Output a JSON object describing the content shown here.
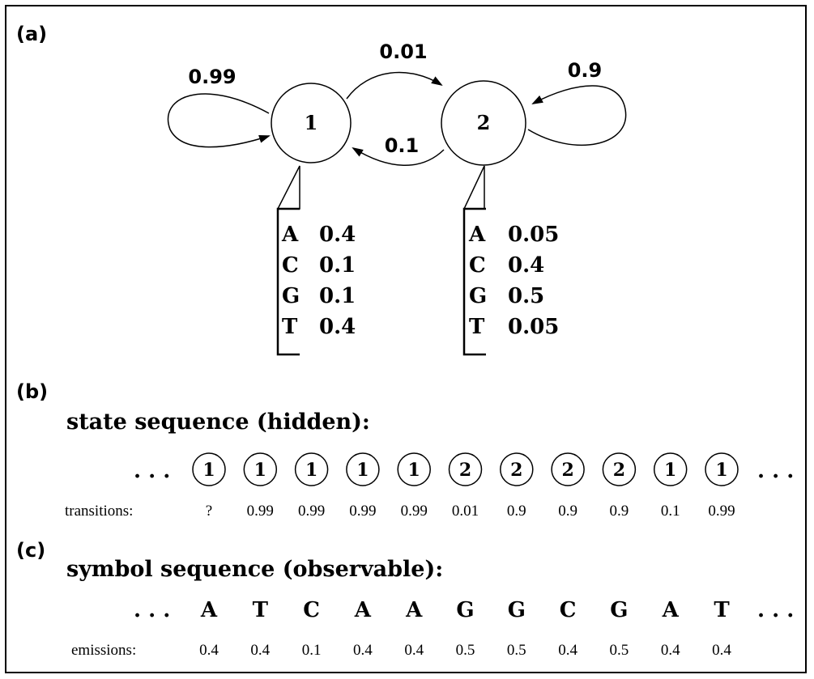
{
  "panels": {
    "a": "(a)",
    "b": "(b)",
    "c": "(c)"
  },
  "diagram": {
    "states": [
      {
        "id": "1",
        "label": "1"
      },
      {
        "id": "2",
        "label": "2"
      }
    ],
    "transitions": {
      "self_1": "0.99",
      "to_2": "0.01",
      "self_2": "0.9",
      "to_1": "0.1"
    },
    "emissions": {
      "state1": [
        {
          "symbol": "A",
          "prob": "0.4"
        },
        {
          "symbol": "C",
          "prob": "0.1"
        },
        {
          "symbol": "G",
          "prob": "0.1"
        },
        {
          "symbol": "T",
          "prob": "0.4"
        }
      ],
      "state2": [
        {
          "symbol": "A",
          "prob": "0.05"
        },
        {
          "symbol": "C",
          "prob": "0.4"
        },
        {
          "symbol": "G",
          "prob": "0.5"
        },
        {
          "symbol": "T",
          "prob": "0.05"
        }
      ]
    }
  },
  "state_sequence": {
    "title": "state sequence (hidden):",
    "ellipsis": ". . .",
    "states": [
      "1",
      "1",
      "1",
      "1",
      "1",
      "2",
      "2",
      "2",
      "2",
      "1",
      "1"
    ],
    "transitions_label": "transitions:",
    "transitions": [
      "?",
      "0.99",
      "0.99",
      "0.99",
      "0.99",
      "0.01",
      "0.9",
      "0.9",
      "0.9",
      "0.1",
      "0.99"
    ]
  },
  "symbol_sequence": {
    "title": "symbol sequence (observable):",
    "ellipsis": ". . .",
    "symbols": [
      "A",
      "T",
      "C",
      "A",
      "A",
      "G",
      "G",
      "C",
      "G",
      "A",
      "T"
    ],
    "emissions_label": "emissions:",
    "emissions": [
      "0.4",
      "0.4",
      "0.1",
      "0.4",
      "0.4",
      "0.5",
      "0.5",
      "0.4",
      "0.5",
      "0.4",
      "0.4"
    ]
  }
}
